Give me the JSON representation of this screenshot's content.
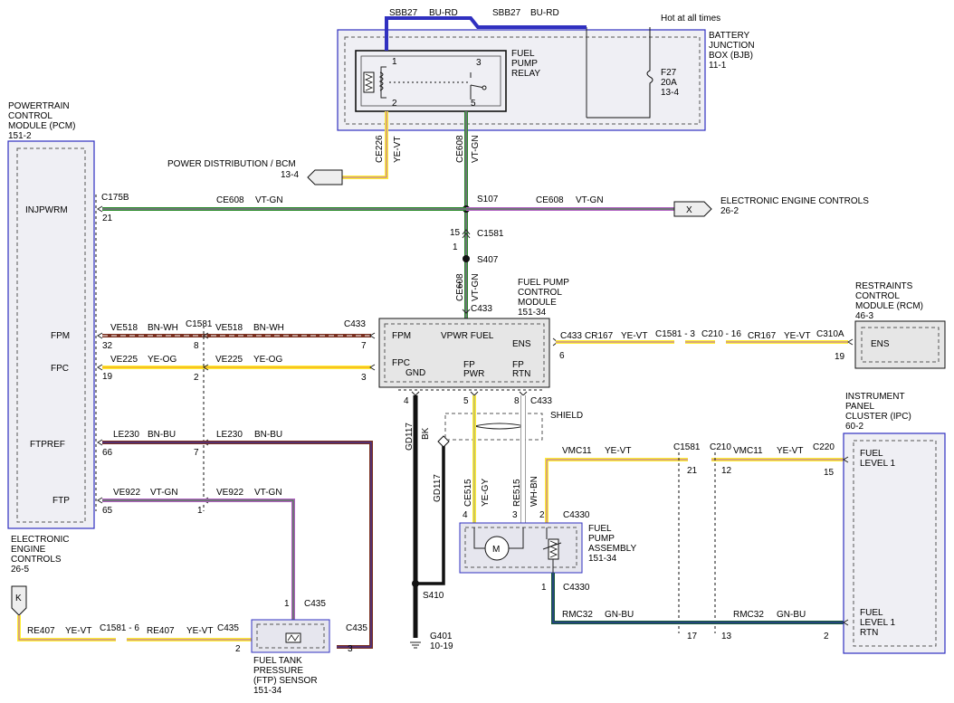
{
  "bjb": {
    "title": [
      "BATTERY",
      "JUNCTION",
      "BOX (BJB)"
    ],
    "page": "11-1",
    "top_wire_left": {
      "circuit": "SBB27",
      "color": "BU-RD"
    },
    "top_wire_right": {
      "circuit": "SBB27",
      "color": "BU-RD"
    },
    "hot_label": "Hot at all times",
    "fuse": {
      "id": "F27",
      "rating": "20A",
      "page": "13-4"
    },
    "relay": {
      "title": [
        "FUEL",
        "PUMP",
        "RELAY"
      ],
      "pin1": "1",
      "pin2": "2",
      "pin3": "3",
      "pin5": "5"
    }
  },
  "pcm": {
    "title": [
      "POWERTRAIN",
      "CONTROL",
      "MODULE (PCM)"
    ],
    "page": "151-2",
    "connector": "C175B",
    "pins": [
      {
        "label": "INJPWRM",
        "pin": "21"
      },
      {
        "label": "FPM",
        "pin": "32"
      },
      {
        "label": "FPC",
        "pin": "19"
      },
      {
        "label": "FTPREF",
        "pin": "66"
      },
      {
        "label": "FTP",
        "pin": "65"
      }
    ]
  },
  "power_distribution": {
    "label": "POWER DISTRIBUTION / BCM",
    "page": "13-4",
    "circuit": "CE226",
    "color": "YE-VT"
  },
  "vpwr_wire": {
    "circuit": "CE608",
    "color": "VT-GN",
    "splice1": "S107",
    "connector": "C1581",
    "pin_top": "15",
    "pin_bottom": "1",
    "splice2": "S407",
    "pin_module": "1",
    "module_connector": "C433"
  },
  "injpwr_wire": {
    "circuit": "CE608",
    "color": "VT-GN"
  },
  "eec_right": {
    "title": "ELECTRONIC ENGINE CONTROLS",
    "page": "26-2",
    "marker": "X",
    "circuit": "CE608",
    "color": "VT-GN"
  },
  "fpcm": {
    "title": [
      "FUEL PUMP",
      "CONTROL",
      "MODULE"
    ],
    "page": "151-34",
    "labels": {
      "fpm": "FPM",
      "vpwr": "VPWR FUEL",
      "ens": "ENS",
      "fpc": "FPC",
      "gnd": "GND",
      "fp_pwr": [
        "FP",
        "PWR"
      ],
      "fp_rtn": [
        "FP",
        "RTN"
      ]
    },
    "pins": {
      "fpm": "7",
      "fpc": "3",
      "ens": "6",
      "gnd": "4",
      "pwr": "5",
      "rtn": "8"
    },
    "connector": "C433"
  },
  "fpm_wire": {
    "circuit": "VE518",
    "color": "BN-WH",
    "connector": "C1581",
    "pin_mid": "8",
    "connector2": "C433"
  },
  "fpc_wire": {
    "circuit": "VE225",
    "color": "YE-OG",
    "pin_mid": "2"
  },
  "ftpref_wire": {
    "circuit": "LE230",
    "color": "BN-BU",
    "pin_mid": "7"
  },
  "ftp_wire": {
    "circuit": "VE922",
    "color": "VT-GN",
    "pin_mid": "1"
  },
  "ens_wire": {
    "connector": "C433",
    "circuit1": "CR167",
    "color1": "YE-VT",
    "c1": "C1581 - 3",
    "c2": "C210 - 16",
    "circuit2": "CR167",
    "color2": "YE-VT",
    "c3": "C310A",
    "pin_rcm": "19"
  },
  "rcm": {
    "title": [
      "RESTRAINTS",
      "CONTROL",
      "MODULE (RCM)"
    ],
    "page": "46-3",
    "pin_label": "ENS"
  },
  "ground": {
    "circuit": "GD117",
    "color": "BK",
    "circuit2": "GD117",
    "splice": "S410",
    "ground_id": "G401",
    "page": "10-19"
  },
  "shield_label": "SHIELD",
  "pump_pwr_wire": {
    "circuit": "CE515",
    "color": "YE-GY",
    "pin": "4"
  },
  "pump_rtn_wire": {
    "circuit": "RE515",
    "color": "WH-BN",
    "pin": "3"
  },
  "pump": {
    "title": [
      "FUEL",
      "PUMP",
      "ASSEMBLY"
    ],
    "page": "151-34",
    "connector": "C4330",
    "motor": "M",
    "pin_level": "2",
    "pin_rtn": "1"
  },
  "ipc": {
    "title": [
      "INSTRUMENT",
      "PANEL",
      "CLUSTER (IPC)"
    ],
    "page": "60-2",
    "fuel_level": [
      "FUEL",
      "LEVEL 1"
    ],
    "fuel_level_rtn": [
      "FUEL",
      "LEVEL 1",
      "RTN"
    ]
  },
  "vmc_wire": {
    "circuit": "VMC11",
    "color": "YE-VT",
    "c1": "C1581",
    "c1_pin": "21",
    "c2": "C210",
    "c2_pin": "12",
    "circuit2": "VMC11",
    "color2": "YE-VT",
    "c3": "C220",
    "pin_ipc": "15"
  },
  "rmc_wire": {
    "circuit": "RMC32",
    "color": "GN-BU",
    "pin1": "17",
    "pin2": "13",
    "circuit2": "RMC32",
    "color2": "GN-BU",
    "pin_ipc": "2"
  },
  "eec_left": {
    "title": [
      "ELECTRONIC",
      "ENGINE",
      "CONTROLS"
    ],
    "page": "26-5",
    "marker": "K"
  },
  "re407_wire": {
    "circuit": "RE407",
    "color": "YE-VT",
    "connector": "C1581 - 6",
    "circuit2": "RE407",
    "color2": "YE-VT",
    "connector2": "C435",
    "pin": "2"
  },
  "ftp_sensor": {
    "title": [
      "FUEL TANK",
      "PRESSURE",
      "(FTP) SENSOR"
    ],
    "page": "151-34",
    "connector": "C435",
    "pin_ftp": "1",
    "pin_ref": "3",
    "connector2": "C435"
  },
  "colors": {
    "blue": "#3030c0",
    "yellow": "#ffee30",
    "violet": "#b060c0",
    "green": "#2a8a2a",
    "brown": "#7a3020",
    "red": "#d03030",
    "orange": "#f09020",
    "darkgreen": "#1a5a3a"
  }
}
